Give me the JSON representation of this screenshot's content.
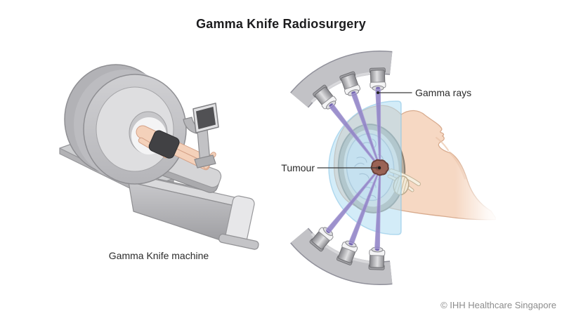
{
  "title": "Gamma Knife Radiosurgery",
  "machine_panel": {
    "caption": "Gamma Knife machine"
  },
  "radiosurgery_panel": {
    "labels": {
      "gamma_rays": "Gamma rays",
      "tumour": "Tumour"
    }
  },
  "footer": {
    "copyright": "© IHH Healthcare Singapore"
  },
  "colors": {
    "beam_purple": "#8f82c6",
    "shield_blue": "#aedcf2",
    "machine_gray": "#c2c2c6",
    "skin": "#f6d8c3",
    "skull_bone": "#b7ad9f",
    "brain": "#dfe6ed",
    "tumour": "#9a6355",
    "label_text": "#2b2b2b",
    "copyright_gray": "#8c8c8c"
  }
}
